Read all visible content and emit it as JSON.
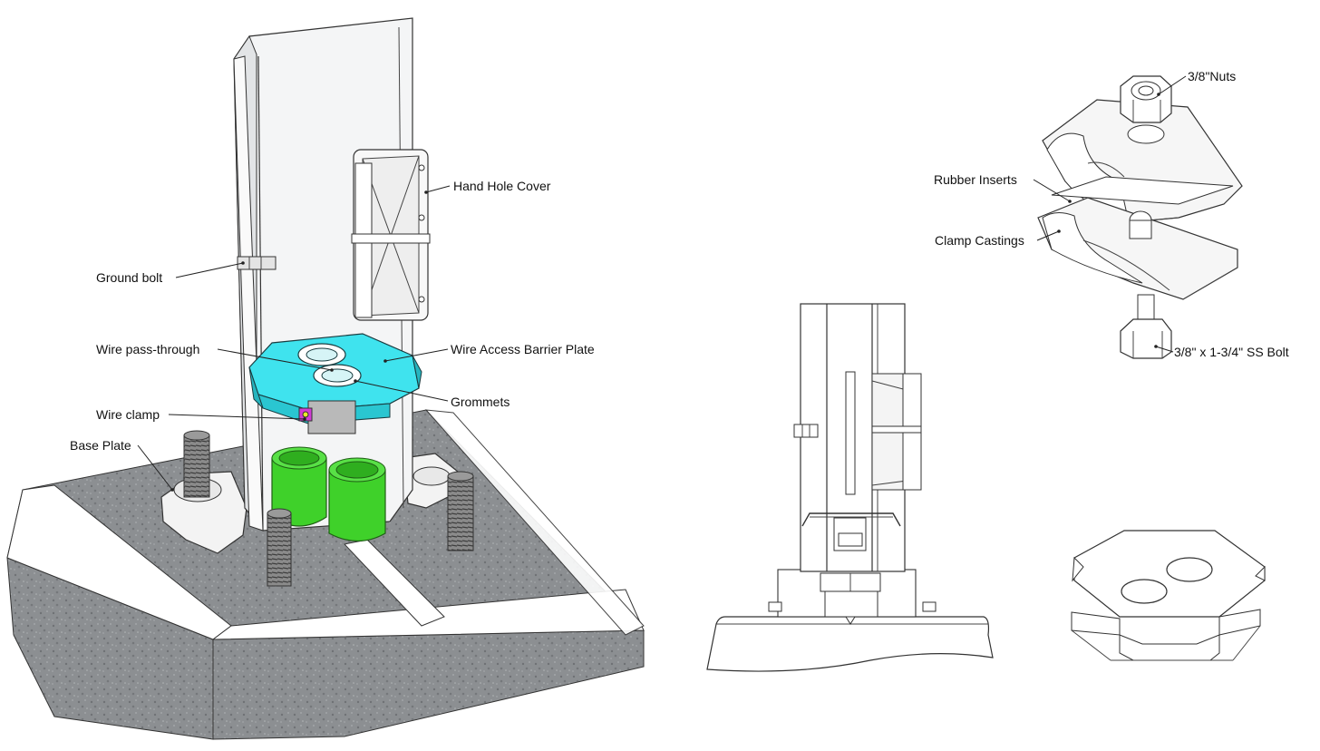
{
  "colors": {
    "concrete": "#8f9295",
    "concrete_dark": "#6e7174",
    "pole": "#f4f5f6",
    "barrier_plate": "#3fe3ee",
    "conduit": "#3fd12a",
    "bolt": "#7a7a7a",
    "clamp_accent": "#d23cd6"
  },
  "main_view": {
    "labels": {
      "hand_hole_cover": "Hand Hole Cover",
      "ground_bolt": "Ground bolt",
      "wire_pass_through": "Wire pass-through",
      "wire_access_barrier_plate": "Wire Access Barrier Plate",
      "grommets": "Grommets",
      "wire_clamp": "Wire clamp",
      "base_plate": "Base Plate"
    }
  },
  "clamp_detail": {
    "labels": {
      "nuts": "3/8\"Nuts",
      "rubber_inserts": "Rubber Inserts",
      "clamp_castings": "Clamp Castings",
      "ss_bolt": "3/8\" x 1-3/4\" SS Bolt"
    }
  }
}
